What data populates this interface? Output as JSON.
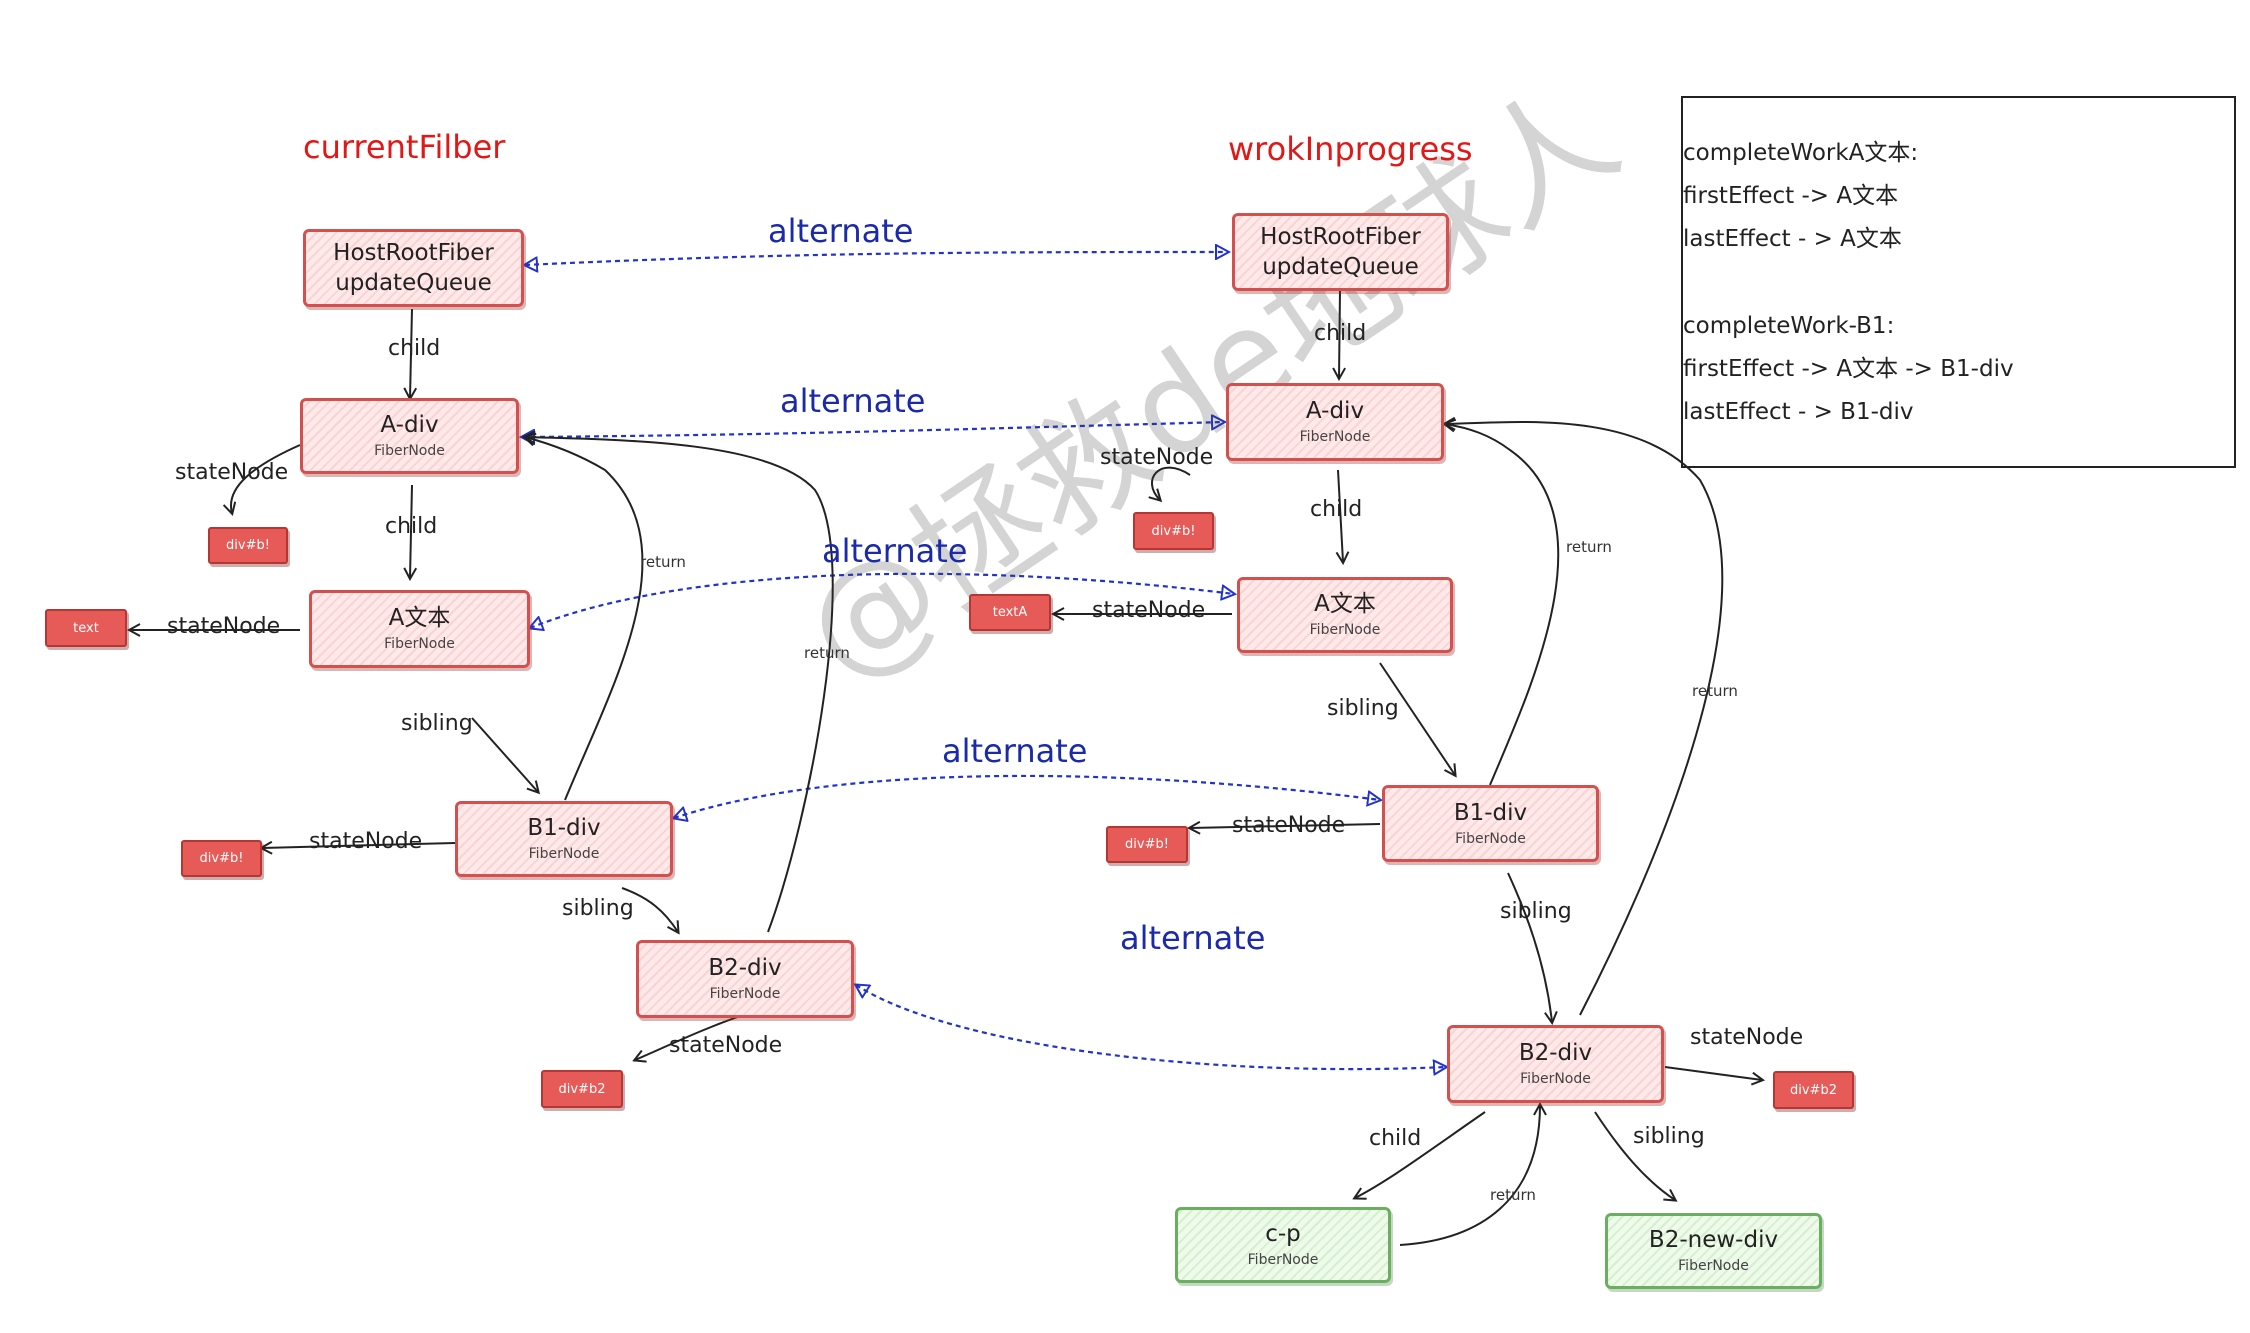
{
  "titles": {
    "current": "currentFilber",
    "wip": "wrokInprogress"
  },
  "nodes": {
    "cur_root": {
      "line1": "HostRootFiber",
      "line2": "updateQueue"
    },
    "cur_a_div": {
      "line1": "A-div",
      "line2": "FiberNode"
    },
    "cur_a_text": {
      "line1": "A文本",
      "line2": "FiberNode"
    },
    "cur_b1": {
      "line1": "B1-div",
      "line2": "FiberNode"
    },
    "cur_b2": {
      "line1": "B2-div",
      "line2": "FiberNode"
    },
    "wip_root": {
      "line1": "HostRootFiber",
      "line2": "updateQueue"
    },
    "wip_a_div": {
      "line1": "A-div",
      "line2": "FiberNode"
    },
    "wip_a_text": {
      "line1": "A文本",
      "line2": "FiberNode"
    },
    "wip_b1": {
      "line1": "B1-div",
      "line2": "FiberNode"
    },
    "wip_b2": {
      "line1": "B2-div",
      "line2": "FiberNode"
    },
    "wip_cp": {
      "line1": "c-p",
      "line2": "FiberNode"
    },
    "wip_b2_new": {
      "line1": "B2-new-div",
      "line2": "FiberNode"
    }
  },
  "leaves": {
    "cur_divb_1": "div#b!",
    "cur_text": "text",
    "cur_divb_2": "div#b!",
    "cur_divb2": "div#b2",
    "wip_divb_1": "div#b!",
    "wip_textA": "textA",
    "wip_divb_2": "div#b!",
    "wip_divb2": "div#b2"
  },
  "labels": {
    "child": "child",
    "stateNode": "stateNode",
    "sibling": "sibling",
    "return": "return",
    "alternate": "alternate"
  },
  "legend": {
    "lines": [
      "completeWorkA文本:",
      "firstEffect -> A文本",
      "lastEffect - > A文本",
      "",
      "completeWork-B1:",
      "firstEffect -> A文本 -> B1-div",
      "lastEffect - > B1-div"
    ]
  },
  "watermark": "@拯救de地球人",
  "colors": {
    "alternate": "#1a2aa8",
    "title": "#e01818",
    "node_border": "#d2514f",
    "new_node_border": "#6aaf5f"
  }
}
